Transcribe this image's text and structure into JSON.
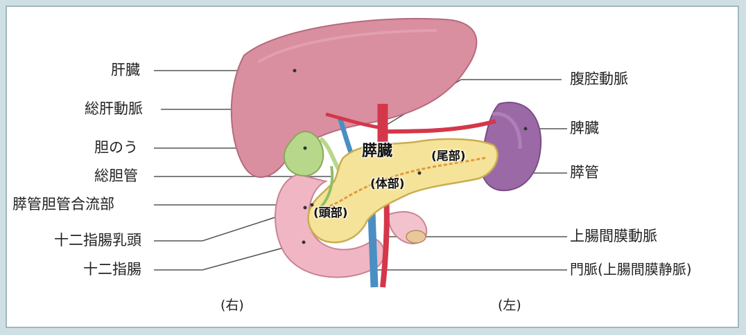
{
  "left_labels": [
    {
      "key": "liver",
      "text": "肝臓"
    },
    {
      "key": "common_hepatic_artery",
      "text": "総肝動脈"
    },
    {
      "key": "gallbladder",
      "text": "胆のう"
    },
    {
      "key": "common_bile_duct",
      "text": "総胆管"
    },
    {
      "key": "pancreaticobiliary_junction",
      "text": "膵管胆管合流部"
    },
    {
      "key": "duodenal_papilla",
      "text": "十二指腸乳頭"
    },
    {
      "key": "duodenum",
      "text": "十二指腸"
    }
  ],
  "right_labels": [
    {
      "key": "celiac_artery",
      "text": "腹腔動脈"
    },
    {
      "key": "spleen",
      "text": "脾臓"
    },
    {
      "key": "pancreatic_duct",
      "text": "膵管"
    },
    {
      "key": "superior_mesenteric_artery",
      "text": "上腸間膜動脈"
    },
    {
      "key": "portal_vein",
      "text": "門脈(上腸間膜静脈)"
    }
  ],
  "pancreas": {
    "name": "膵臓",
    "tail": "(尾部)",
    "body": "(体部)",
    "head": "(頭部)"
  },
  "sides": {
    "right": "(右)",
    "left": "(左)"
  },
  "colors": {
    "liver": "#d98fa0",
    "spleen": "#9b6aa6",
    "gallbladder": "#b7d88a",
    "pancreas": "#f6e39a",
    "duodenum": "#f0b6c4",
    "artery": "#d4374a",
    "vein": "#4a8fc4"
  }
}
